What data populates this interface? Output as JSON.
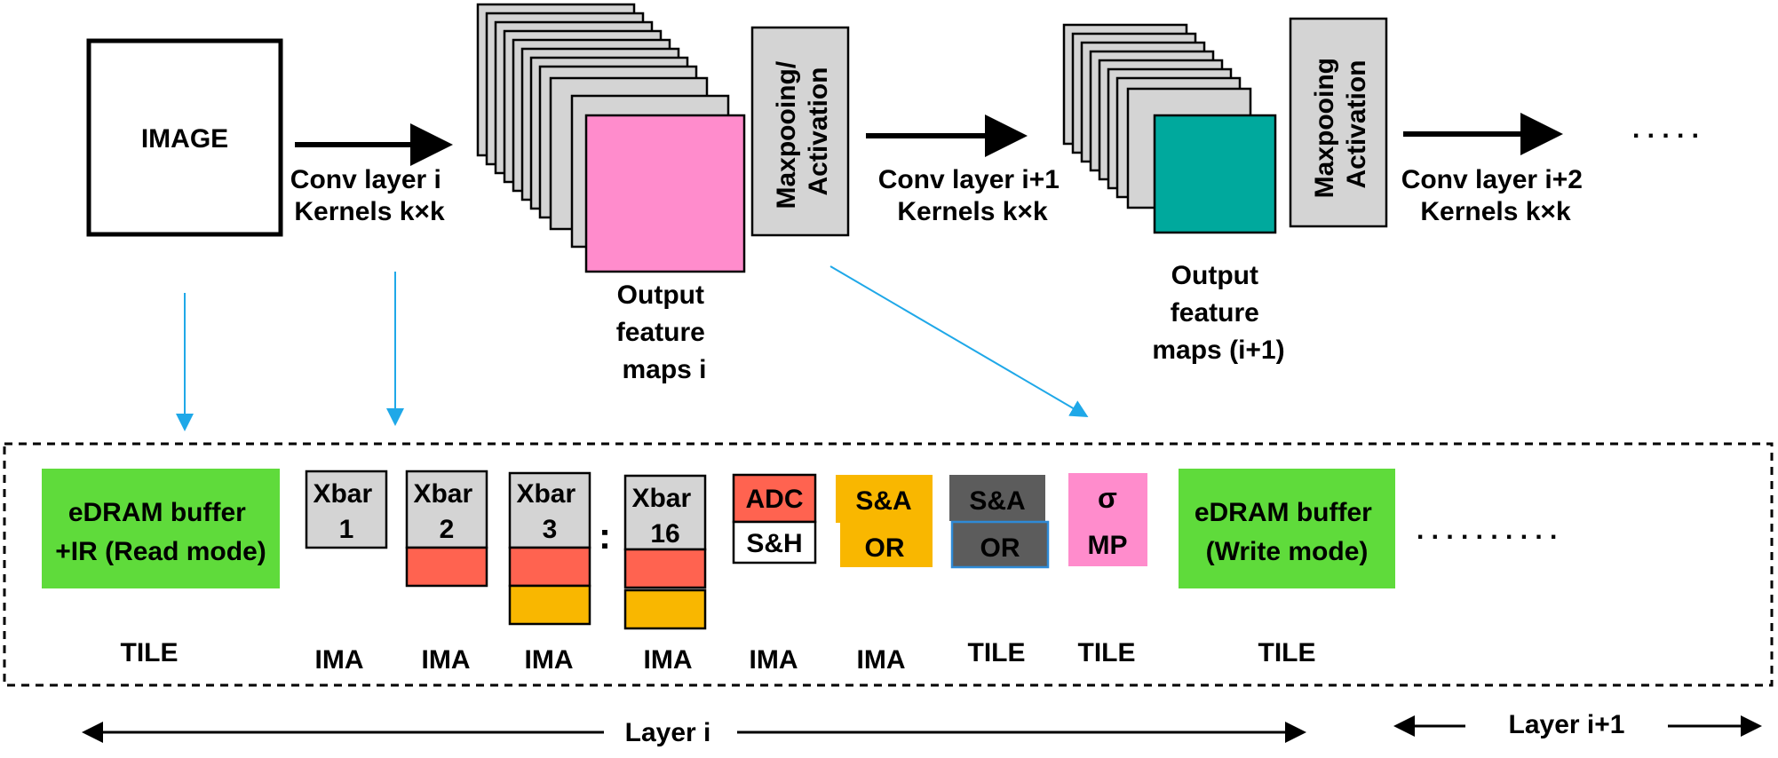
{
  "colors": {
    "pink": "#ff8ccc",
    "teal": "#00a99d",
    "gray": "#d4d4d4",
    "green": "#5fdb3b",
    "red": "#ff6350",
    "orange": "#f9b700",
    "darkgray": "#5c5c5c",
    "blue": "#1fa8e8"
  },
  "top": {
    "image_label": "IMAGE",
    "conv_i": [
      "Conv layer i",
      "Kernels k×k"
    ],
    "ofm_i": [
      "Output",
      "feature",
      "maps i"
    ],
    "maxpool_1": [
      "Maxpooing/",
      "Activation"
    ],
    "conv_i1": [
      "Conv layer i+1",
      "Kernels k×k"
    ],
    "ofm_i1": [
      "Output",
      "feature",
      "maps (i+1)"
    ],
    "maxpool_2": [
      "Maxpooing",
      "Activation"
    ],
    "conv_i2": [
      "Conv layer i+2",
      "Kernels k×k"
    ],
    "ellipsis": ". . . . ."
  },
  "bottom": {
    "edram_read": [
      "eDRAM buffer",
      "+IR (Read mode)"
    ],
    "xbars": [
      {
        "title": "Xbar",
        "num": "1"
      },
      {
        "title": "Xbar",
        "num": "2"
      },
      {
        "title": "Xbar",
        "num": "3"
      },
      {
        "title": "Xbar",
        "num": "16"
      }
    ],
    "vdots": ":",
    "adc": "ADC",
    "sh": "S&H",
    "sa1": "S&A",
    "or1": "OR",
    "sa2": "S&A",
    "or2": "OR",
    "sigma": "σ",
    "mp": "MP",
    "edram_write": [
      "eDRAM buffer",
      "(Write mode)"
    ],
    "ellipsis": ". . . . . . . . . .",
    "unit_labels": [
      "TILE",
      "IMA",
      "IMA",
      "IMA",
      "IMA",
      "IMA",
      "IMA",
      "TILE",
      "TILE",
      "TILE"
    ]
  },
  "span": {
    "layer_i": "Layer i",
    "layer_i1": "Layer i+1"
  }
}
